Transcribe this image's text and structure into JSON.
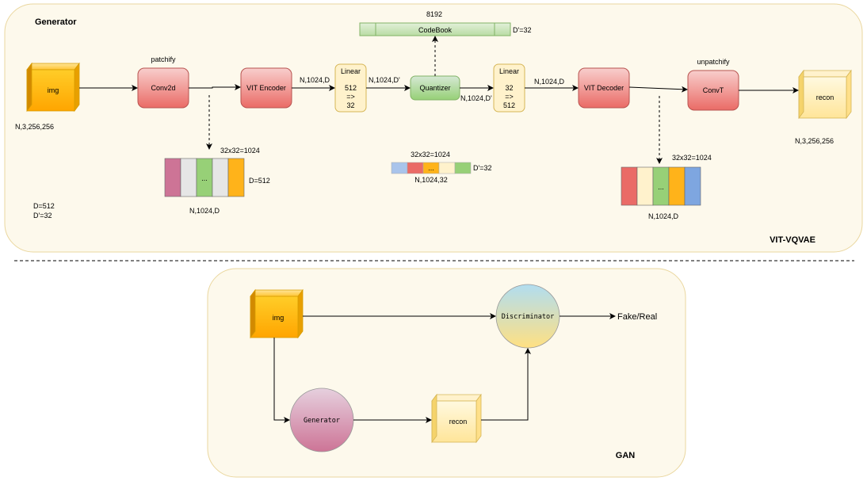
{
  "generator": {
    "title": "Generator",
    "name": "VIT-VQVAE",
    "img": "img",
    "img_shape": "N,3,256,256",
    "patchify": "patchify",
    "conv2d": "Conv2d",
    "vit_encoder": "VIT Encoder",
    "enc_out": "N,1024,D",
    "linear1": {
      "title": "Linear",
      "l1": "512",
      "l2": "=>",
      "l3": "32"
    },
    "lin1_out": "N,1024,D'",
    "quantizer": "Quantizer",
    "quant_out": "N,1024,D'",
    "codebook_size": "8192",
    "codebook": "CodeBook",
    "codebook_dim": "D'=32",
    "linear2": {
      "title": "Linear",
      "l1": "32",
      "l2": "=>",
      "l3": "512"
    },
    "lin2_out": "N,1024,D",
    "vit_decoder": "VIT Decoder",
    "unpatchify": "unpatchify",
    "convt": "ConvT",
    "recon": "recon",
    "recon_shape": "N,3,256,256",
    "tokens_enc": {
      "count": "32x32=1024",
      "dim": "D=512",
      "shape": "N,1024,D",
      "dots": "..."
    },
    "tokens_q": {
      "count": "32x32=1024",
      "dim": "D'=32",
      "shape": "N,1024,32",
      "dots": "..."
    },
    "tokens_dec": {
      "count": "32x32=1024",
      "shape": "N,1024,D",
      "dots": "..."
    },
    "params": {
      "d": "D=512",
      "dp": "D'=32"
    }
  },
  "gan": {
    "name": "GAN",
    "img": "img",
    "discriminator": "Discriminator",
    "output": "Fake/Real",
    "generator": "Generator",
    "recon": "recon"
  },
  "colors": {
    "panel_bg": "#fdf9ec",
    "panel_border": "#ead79f",
    "red_node": "#ea6b66",
    "green_node": "#97d077",
    "orange_cube": "#ffa500",
    "yellow_cube": "#fff2cc",
    "blue_token": "#7ea6e0"
  }
}
